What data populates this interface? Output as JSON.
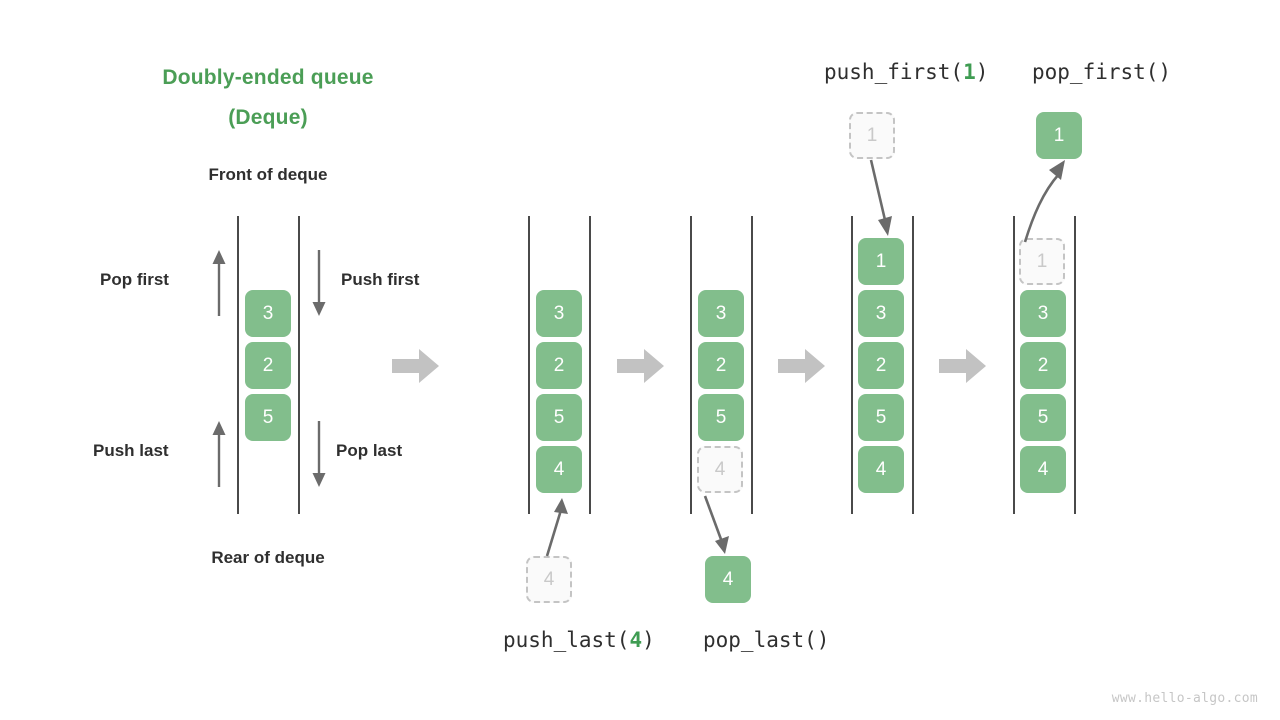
{
  "title": {
    "line1": "Doubly-ended queue",
    "line2": "(Deque)",
    "color": "#4b9e56"
  },
  "labels": {
    "front_of_deque": "Front of deque",
    "rear_of_deque": "Rear of deque",
    "pop_first": "Pop first",
    "push_first": "Push first",
    "push_last": "Push last",
    "pop_last": "Pop last"
  },
  "captions": {
    "push_first": {
      "name": "push_first(",
      "arg": "1",
      "close": ")"
    },
    "pop_first": {
      "name": "pop_first()",
      "arg": "",
      "close": ""
    },
    "push_last": {
      "name": "push_last(",
      "arg": "4",
      "close": ")"
    },
    "pop_last": {
      "name": "pop_last()",
      "arg": "",
      "close": ""
    }
  },
  "colors": {
    "cell_green": "#82be8c",
    "title_green": "#4b9e56",
    "accent_green": "#3f9c52",
    "ghost_fill": "#fafafa",
    "ghost_border": "#c4c4c4",
    "ghost_text": "#c9c9c9",
    "rail": "#4a4a4a",
    "arrow_gray": "#c2c2c2",
    "arrow_dark": "#6b6b6b",
    "text_dark": "#2f2f2f",
    "watermark": "#c6c6c6"
  },
  "columns": [
    {
      "id": "deque-overview",
      "cells": [
        {
          "value": "3",
          "state": "filled"
        },
        {
          "value": "2",
          "state": "filled"
        },
        {
          "value": "5",
          "state": "filled"
        }
      ]
    },
    {
      "id": "after-push-last",
      "cells": [
        {
          "value": "3",
          "state": "filled"
        },
        {
          "value": "2",
          "state": "filled"
        },
        {
          "value": "5",
          "state": "filled"
        },
        {
          "value": "4",
          "state": "filled"
        }
      ],
      "external": {
        "value": "4",
        "state": "ghost",
        "position": "below"
      }
    },
    {
      "id": "after-pop-last",
      "cells": [
        {
          "value": "3",
          "state": "filled"
        },
        {
          "value": "2",
          "state": "filled"
        },
        {
          "value": "5",
          "state": "filled"
        },
        {
          "value": "4",
          "state": "ghost"
        }
      ],
      "external": {
        "value": "4",
        "state": "filled",
        "position": "below"
      }
    },
    {
      "id": "after-push-first",
      "cells": [
        {
          "value": "1",
          "state": "filled"
        },
        {
          "value": "3",
          "state": "filled"
        },
        {
          "value": "2",
          "state": "filled"
        },
        {
          "value": "5",
          "state": "filled"
        },
        {
          "value": "4",
          "state": "filled"
        }
      ],
      "external": {
        "value": "1",
        "state": "ghost",
        "position": "above"
      }
    },
    {
      "id": "after-pop-first",
      "cells": [
        {
          "value": "1",
          "state": "ghost"
        },
        {
          "value": "3",
          "state": "filled"
        },
        {
          "value": "2",
          "state": "filled"
        },
        {
          "value": "5",
          "state": "filled"
        },
        {
          "value": "4",
          "state": "filled"
        }
      ],
      "external": {
        "value": "1",
        "state": "filled",
        "position": "above"
      }
    }
  ],
  "watermark": "www.hello-algo.com"
}
